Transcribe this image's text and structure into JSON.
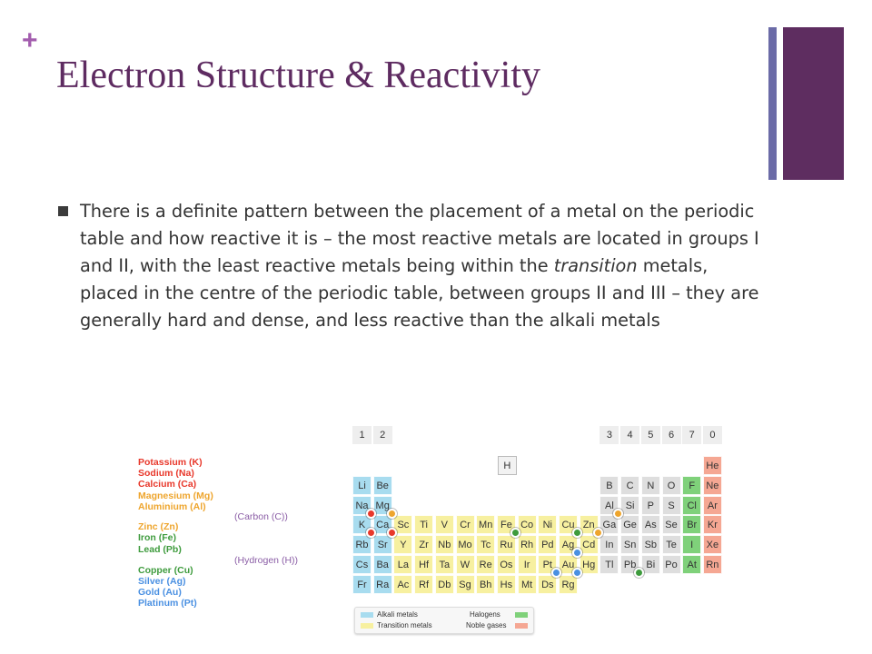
{
  "slide": {
    "plus": "+",
    "title": "Electron Structure & Reactivity",
    "bullet": {
      "text_before": "There is a definite pattern between the placement of a metal on the periodic table and how reactive it is – the most reactive metals are located in groups I and II, with the least reactive metals being within the ",
      "text_italic": "transition",
      "text_after": " metals, placed in the centre of the periodic table, between groups II and III – they are generally hard and dense, and less reactive than the alkali metals"
    }
  },
  "reactivity_series": [
    {
      "label": "Potassium (K)",
      "color": "#e8382b"
    },
    {
      "label": "Sodium (Na)",
      "color": "#e8382b"
    },
    {
      "label": "Calcium (Ca)",
      "color": "#e8382b"
    },
    {
      "label": "Magnesium (Mg)",
      "color": "#eea52d"
    },
    {
      "label": "Aluminium (Al)",
      "color": "#eea52d"
    },
    {
      "label": "Zinc (Zn)",
      "color": "#eea52d"
    },
    {
      "label": "Iron (Fe)",
      "color": "#3e9b3d"
    },
    {
      "label": "Lead (Pb)",
      "color": "#3e9b3d"
    },
    {
      "label": "Copper (Cu)",
      "color": "#3e9b3d"
    },
    {
      "label": "Silver (Ag)",
      "color": "#4a90e2"
    },
    {
      "label": "Gold (Au)",
      "color": "#4a90e2"
    },
    {
      "label": "Platinum (Pt)",
      "color": "#4a90e2"
    }
  ],
  "references": {
    "carbon": "(Carbon (C))",
    "hydrogen": "(Hydrogen (H))"
  },
  "periodic_table": {
    "group_headers": [
      "1",
      "2",
      "3",
      "4",
      "5",
      "6",
      "7",
      "0"
    ],
    "hydrogen": "H",
    "category_colors": {
      "alkali": "#a8dcef",
      "transition": "#f7f0a0",
      "other": "#dedede",
      "halogen": "#7fd17a",
      "noble": "#f5a793",
      "hydrogen": "#f2f2f2"
    },
    "rows": [
      [
        {
          "s": "He",
          "c": "noble"
        }
      ],
      [
        {
          "s": "Li",
          "c": "alkali"
        },
        {
          "s": "Be",
          "c": "alkali"
        },
        {
          "s": "B",
          "c": "other"
        },
        {
          "s": "C",
          "c": "other"
        },
        {
          "s": "N",
          "c": "other"
        },
        {
          "s": "O",
          "c": "other"
        },
        {
          "s": "F",
          "c": "halogen"
        },
        {
          "s": "Ne",
          "c": "noble"
        }
      ],
      [
        {
          "s": "Na",
          "c": "alkali"
        },
        {
          "s": "Mg",
          "c": "alkali"
        },
        {
          "s": "Al",
          "c": "other"
        },
        {
          "s": "Si",
          "c": "other"
        },
        {
          "s": "P",
          "c": "other"
        },
        {
          "s": "S",
          "c": "other"
        },
        {
          "s": "Cl",
          "c": "halogen"
        },
        {
          "s": "Ar",
          "c": "noble"
        }
      ],
      [
        {
          "s": "K",
          "c": "alkali"
        },
        {
          "s": "Ca",
          "c": "alkali"
        },
        {
          "s": "Sc",
          "c": "transition"
        },
        {
          "s": "Ti",
          "c": "transition"
        },
        {
          "s": "V",
          "c": "transition"
        },
        {
          "s": "Cr",
          "c": "transition"
        },
        {
          "s": "Mn",
          "c": "transition"
        },
        {
          "s": "Fe",
          "c": "transition"
        },
        {
          "s": "Co",
          "c": "transition"
        },
        {
          "s": "Ni",
          "c": "transition"
        },
        {
          "s": "Cu",
          "c": "transition"
        },
        {
          "s": "Zn",
          "c": "transition"
        },
        {
          "s": "Ga",
          "c": "other"
        },
        {
          "s": "Ge",
          "c": "other"
        },
        {
          "s": "As",
          "c": "other"
        },
        {
          "s": "Se",
          "c": "other"
        },
        {
          "s": "Br",
          "c": "halogen"
        },
        {
          "s": "Kr",
          "c": "noble"
        }
      ],
      [
        {
          "s": "Rb",
          "c": "alkali"
        },
        {
          "s": "Sr",
          "c": "alkali"
        },
        {
          "s": "Y",
          "c": "transition"
        },
        {
          "s": "Zr",
          "c": "transition"
        },
        {
          "s": "Nb",
          "c": "transition"
        },
        {
          "s": "Mo",
          "c": "transition"
        },
        {
          "s": "Tc",
          "c": "transition"
        },
        {
          "s": "Ru",
          "c": "transition"
        },
        {
          "s": "Rh",
          "c": "transition"
        },
        {
          "s": "Pd",
          "c": "transition"
        },
        {
          "s": "Ag",
          "c": "transition"
        },
        {
          "s": "Cd",
          "c": "transition"
        },
        {
          "s": "In",
          "c": "other"
        },
        {
          "s": "Sn",
          "c": "other"
        },
        {
          "s": "Sb",
          "c": "other"
        },
        {
          "s": "Te",
          "c": "other"
        },
        {
          "s": "I",
          "c": "halogen"
        },
        {
          "s": "Xe",
          "c": "noble"
        }
      ],
      [
        {
          "s": "Cs",
          "c": "alkali"
        },
        {
          "s": "Ba",
          "c": "alkali"
        },
        {
          "s": "La",
          "c": "transition"
        },
        {
          "s": "Hf",
          "c": "transition"
        },
        {
          "s": "Ta",
          "c": "transition"
        },
        {
          "s": "W",
          "c": "transition"
        },
        {
          "s": "Re",
          "c": "transition"
        },
        {
          "s": "Os",
          "c": "transition"
        },
        {
          "s": "Ir",
          "c": "transition"
        },
        {
          "s": "Pt",
          "c": "transition"
        },
        {
          "s": "Au",
          "c": "transition"
        },
        {
          "s": "Hg",
          "c": "transition"
        },
        {
          "s": "Tl",
          "c": "other"
        },
        {
          "s": "Pb",
          "c": "other"
        },
        {
          "s": "Bi",
          "c": "other"
        },
        {
          "s": "Po",
          "c": "other"
        },
        {
          "s": "At",
          "c": "halogen"
        },
        {
          "s": "Rn",
          "c": "noble"
        }
      ],
      [
        {
          "s": "Fr",
          "c": "alkali"
        },
        {
          "s": "Ra",
          "c": "alkali"
        },
        {
          "s": "Ac",
          "c": "transition"
        },
        {
          "s": "Rf",
          "c": "transition"
        },
        {
          "s": "Db",
          "c": "transition"
        },
        {
          "s": "Sg",
          "c": "transition"
        },
        {
          "s": "Bh",
          "c": "transition"
        },
        {
          "s": "Hs",
          "c": "transition"
        },
        {
          "s": "Mt",
          "c": "transition"
        },
        {
          "s": "Ds",
          "c": "transition"
        },
        {
          "s": "Rg",
          "c": "transition"
        }
      ]
    ],
    "highlighted_elements": [
      {
        "element": "K",
        "color": "#e8382b"
      },
      {
        "element": "Na",
        "color": "#e8382b"
      },
      {
        "element": "Ca",
        "color": "#e8382b"
      },
      {
        "element": "Mg",
        "color": "#eea52d"
      },
      {
        "element": "Al",
        "color": "#eea52d"
      },
      {
        "element": "Zn",
        "color": "#eea52d"
      },
      {
        "element": "Fe",
        "color": "#3e9b3d"
      },
      {
        "element": "Pb",
        "color": "#3e9b3d"
      },
      {
        "element": "Cu",
        "color": "#3e9b3d"
      },
      {
        "element": "Ag",
        "color": "#4a90e2"
      },
      {
        "element": "Au",
        "color": "#4a90e2"
      },
      {
        "element": "Pt",
        "color": "#4a90e2"
      }
    ],
    "legend": [
      {
        "label": "Alkali metals",
        "color": "#a8dcef"
      },
      {
        "label": "Transition metals",
        "color": "#f7f0a0"
      },
      {
        "label": "Halogens",
        "color": "#7fd17a"
      },
      {
        "label": "Noble gases",
        "color": "#f5a793"
      }
    ]
  }
}
